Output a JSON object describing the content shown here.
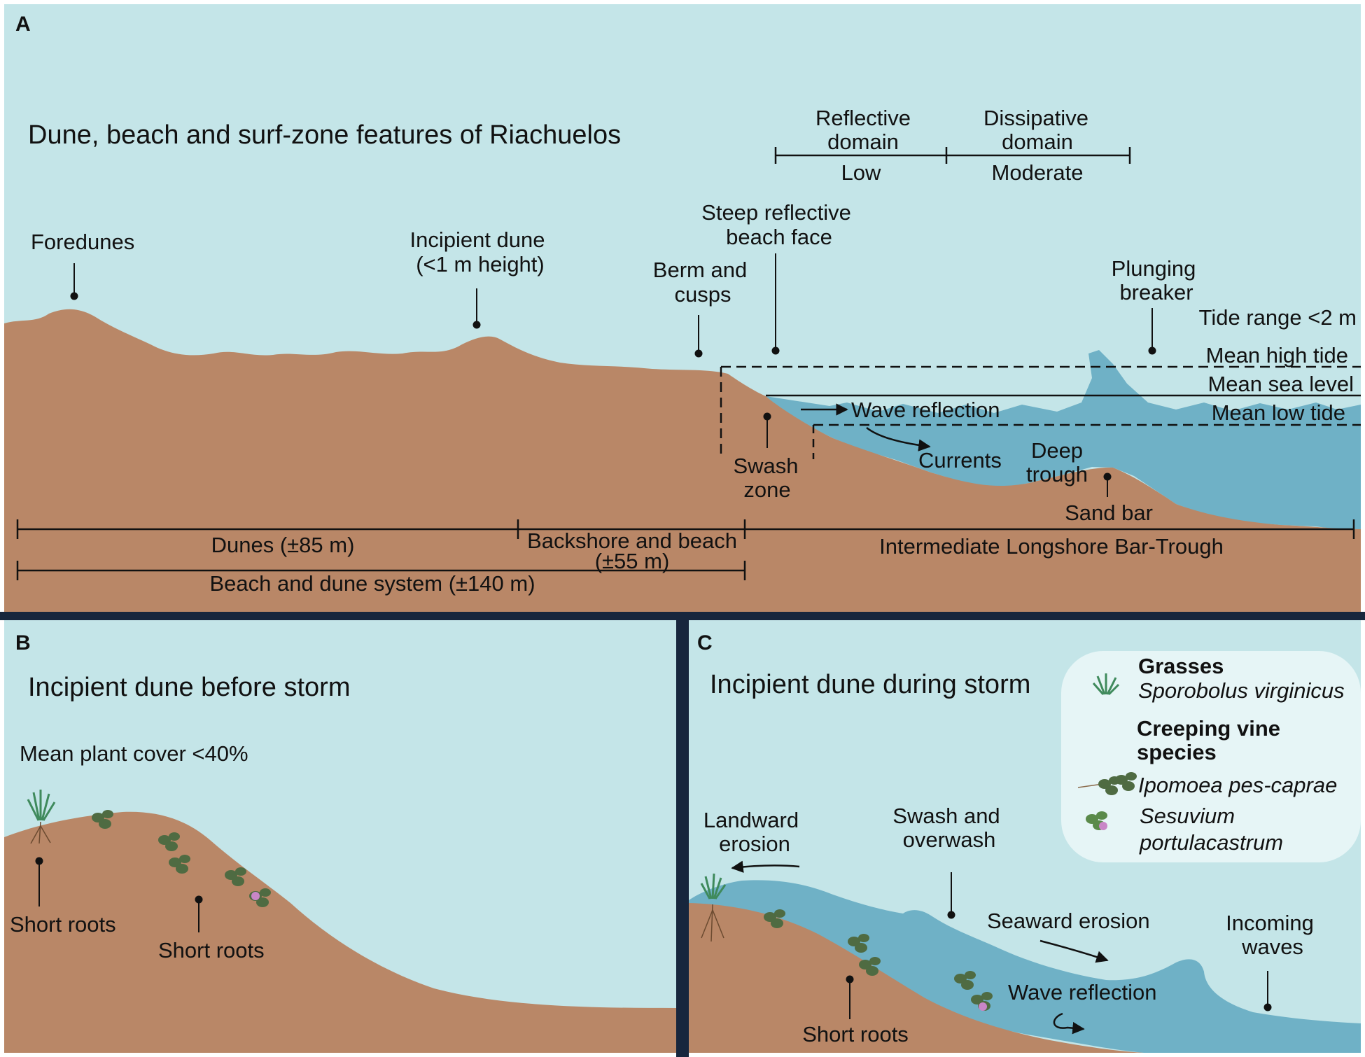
{
  "colors": {
    "sky": "#c4e5e8",
    "sand": "#b98767",
    "water": "#6fb1c6",
    "divider": "#17263d",
    "legend_bg": "#e6f5f6",
    "grass": "#3f8a5c",
    "vine_leaf": "#4f6b42",
    "flower": "#c986c7"
  },
  "panel_a": {
    "letter": "A",
    "title": "Dune, beach and surf-zone features of Riachuelos",
    "foredunes": "Foredunes",
    "incipient_dune_1": "Incipient dune",
    "incipient_dune_2": "(<1 m height)",
    "berm_1": "Berm and",
    "berm_2": "cusps",
    "steep_1": "Steep reflective",
    "steep_2": "beach face",
    "reflective_1": "Reflective",
    "reflective_2": "domain",
    "reflective_level": "Low",
    "dissipative_1": "Dissipative",
    "dissipative_2": "domain",
    "dissipative_level": "Moderate",
    "plunging_1": "Plunging",
    "plunging_2": "breaker",
    "tide_range": "Tide range <2 m",
    "mean_high": "Mean high tide",
    "mean_sea": "Mean sea level",
    "mean_low": "Mean low tide",
    "wave_reflection": "Wave reflection",
    "currents": "Currents",
    "deep_trough_1": "Deep",
    "deep_trough_2": "trough",
    "swash_1": "Swash",
    "swash_2": "zone",
    "sand_bar": "Sand bar",
    "dunes_range": "Dunes (±85 m)",
    "backshore_1": "Backshore and beach",
    "backshore_2": "(±55 m)",
    "intermediate": "Intermediate Longshore Bar-Trough",
    "system": "Beach and dune system (±140 m)"
  },
  "panel_b": {
    "letter": "B",
    "title": "Incipient dune before storm",
    "plant_cover": "Mean plant cover <40%",
    "short_roots_1": "Short roots",
    "short_roots_2": "Short roots"
  },
  "panel_c": {
    "letter": "C",
    "title": "Incipient dune during storm",
    "landward_1": "Landward",
    "landward_2": "erosion",
    "swash_1": "Swash and",
    "swash_2": "overwash",
    "seaward": "Seaward erosion",
    "incoming_1": "Incoming",
    "incoming_2": "waves",
    "wave_reflection": "Wave reflection",
    "short_roots": "Short roots"
  },
  "legend": {
    "grasses_heading": "Grasses",
    "grasses_species": "Sporobolus virginicus",
    "vine_heading_1": "Creeping vine",
    "vine_heading_2": "species",
    "ipomoea": "Ipomoea pes-caprae",
    "sesuvium_1": "Sesuvium",
    "sesuvium_2": "portulacastrum",
    "icons": [
      "grass-icon",
      "vine-icon",
      "succulent-icon"
    ]
  }
}
